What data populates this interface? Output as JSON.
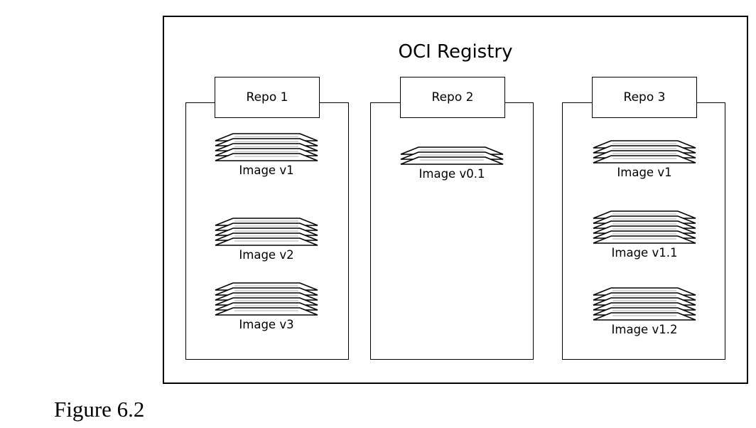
{
  "diagram": {
    "title": "OCI Registry",
    "repos": [
      {
        "label": "Repo 1",
        "images": [
          {
            "label": "Image v1",
            "layers": 5
          },
          {
            "label": "Image v2",
            "layers": 5
          },
          {
            "label": "Image v3",
            "layers": 6
          }
        ]
      },
      {
        "label": "Repo 2",
        "images": [
          {
            "label": "Image v0.1",
            "layers": 3
          }
        ]
      },
      {
        "label": "Repo 3",
        "images": [
          {
            "label": "Image v1",
            "layers": 4
          },
          {
            "label": "Image v1.1",
            "layers": 6
          },
          {
            "label": "Image v1.2",
            "layers": 6
          }
        ]
      }
    ]
  },
  "caption": "Figure 6.2"
}
